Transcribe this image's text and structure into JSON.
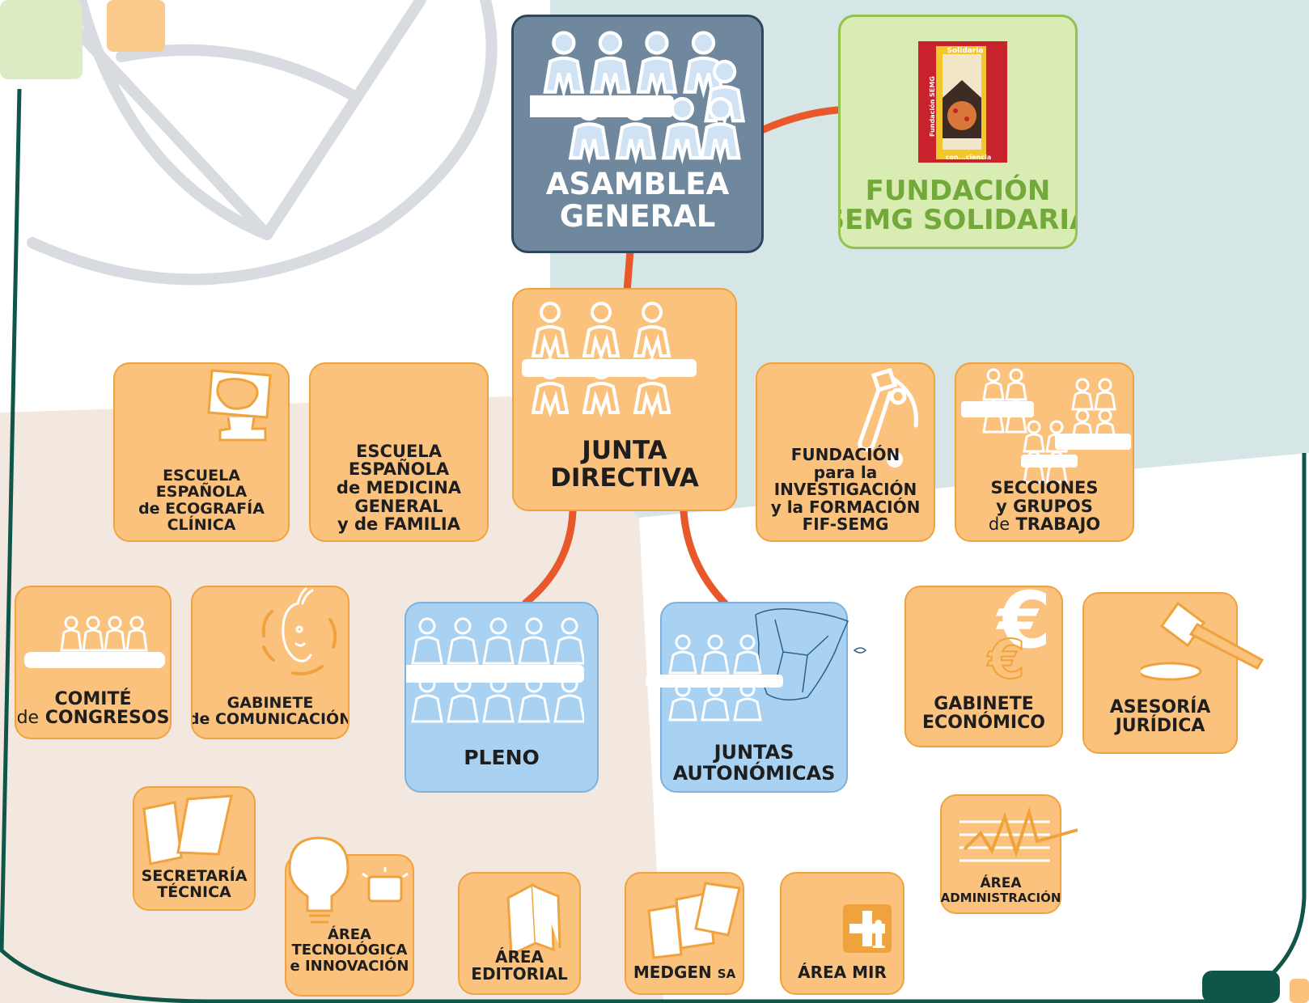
{
  "diagram": {
    "root": {
      "lines": [
        "ASAMBLEA",
        "GENERAL"
      ]
    },
    "foundation": {
      "lines": [
        "FUNDACIÓN",
        "SEMG SOLIDARIA"
      ],
      "logo": {
        "top_text": "Solidaria",
        "side_text": "Fundación SEMG",
        "bottom_text": "con...ciencia"
      }
    },
    "board": {
      "lines": [
        "JUNTA",
        "DIRECTIVA"
      ]
    },
    "plenary": {
      "lines": [
        "PLENO"
      ]
    },
    "regional": {
      "lines": [
        "JUNTAS",
        "AUTONÓMICAS"
      ]
    },
    "nodes": {
      "echo_school": {
        "lines": [
          "ESCUELA",
          "ESPAÑOLA",
          "de ECOGRAFÍA",
          "CLÍNICA"
        ]
      },
      "med_school": {
        "lines": [
          "ESCUELA",
          "ESPAÑOLA",
          "de MEDICINA",
          "GENERAL",
          "y de FAMILIA"
        ]
      },
      "fif": {
        "lines": [
          "FUNDACIÓN",
          "para la",
          "INVESTIGACIÓN",
          "y la FORMACIÓN",
          "FIF-SEMG"
        ]
      },
      "sections": {
        "lines": [
          "SECCIONES",
          "y GRUPOS"
        ],
        "last_regular": "de",
        "last_bold": "TRABAJO"
      },
      "congress": {
        "line1": "COMITÉ",
        "line2_regular": "de",
        "line2_bold": "CONGRESOS"
      },
      "communication": {
        "lines": [
          "GABINETE",
          "de COMUNICACIÓN"
        ]
      },
      "economic": {
        "lines": [
          "GABINETE",
          "ECONÓMICO"
        ]
      },
      "legal": {
        "lines": [
          "ASESORÍA",
          "JURÍDICA"
        ]
      },
      "secretariat": {
        "lines": [
          "SECRETARÍA",
          "TÉCNICA"
        ]
      },
      "tech": {
        "lines": [
          "ÁREA",
          "TECNOLÓGICA",
          "e INNOVACIÓN"
        ]
      },
      "editorial": {
        "lines": [
          "ÁREA",
          "EDITORIAL"
        ]
      },
      "medgen": {
        "bold": "MEDGEN",
        "small": "SA"
      },
      "mir": {
        "lines": [
          "ÁREA MIR"
        ]
      },
      "administration": {
        "lines": [
          "ÁREA",
          "ADMINISTRACIÓN"
        ]
      }
    }
  },
  "colors": {
    "orange_fill": "#fbc27d",
    "orange_border": "#f0a23c",
    "blue_fill": "#a9d2f2",
    "slate_fill": "#6f889d",
    "green_fill": "#d9ecb4",
    "green_text": "#73a83a",
    "connector": "#e8582a",
    "bg_teal": "#d6e6e6",
    "bg_beige": "#f2e8df",
    "frame": "#0f5548"
  }
}
